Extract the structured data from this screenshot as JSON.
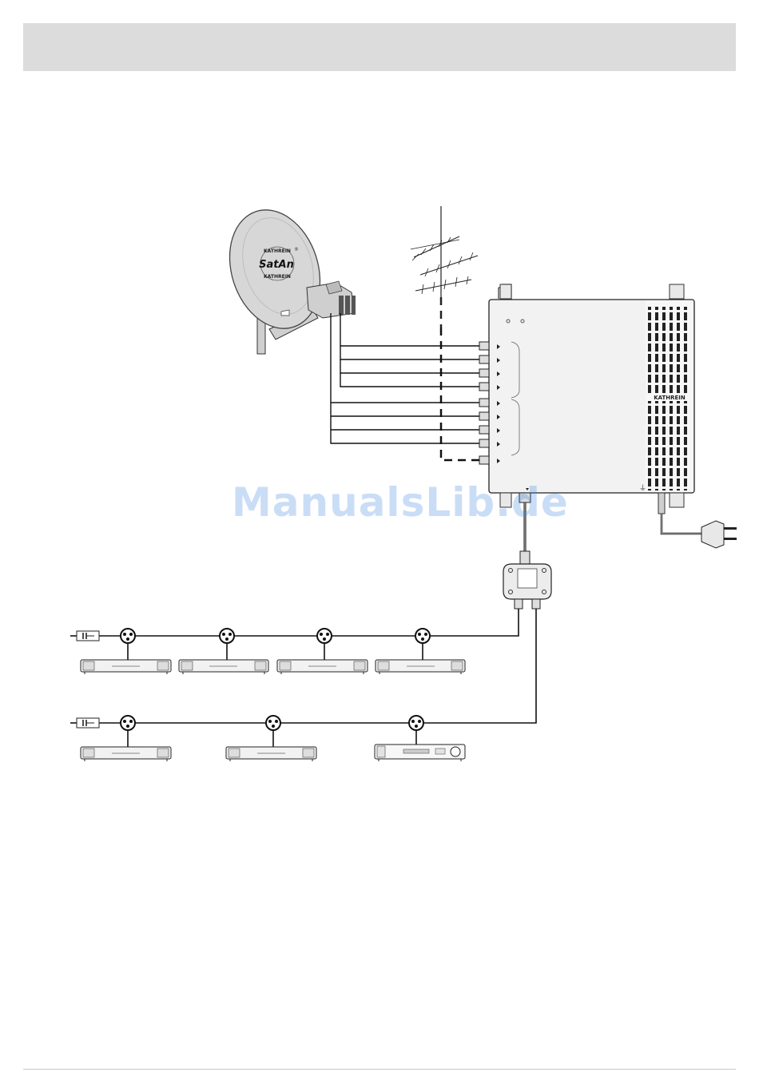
{
  "dish": {
    "brand_top": "KATHREIN",
    "brand_main": "SatAn",
    "brand_bottom": "KATHREIN",
    "registered": "®"
  },
  "multiswitch": {
    "brand": "KATHREIN"
  },
  "watermark": "ManualsLib.de",
  "colors": {
    "line": "#111111",
    "header": "#dcdcdc",
    "device_fill": "#f2f2f2",
    "dish_fill": "#d7d7d7",
    "watermark": "#4285e0"
  }
}
